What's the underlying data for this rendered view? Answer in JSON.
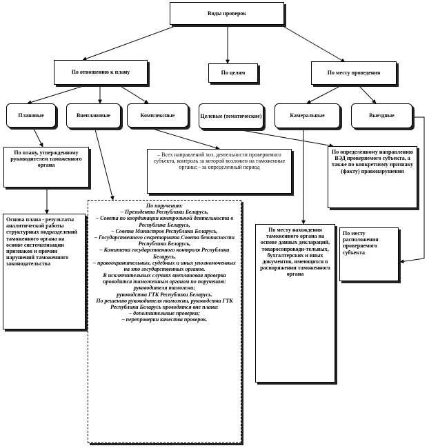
{
  "nodes": {
    "root": "Виды проверок",
    "by_relation": "По отношению к плану",
    "targeted": "По целям",
    "by_place": "По месту проведения",
    "planned": "Плановые",
    "unplanned": "Внеплановые",
    "complex": "Комплексные",
    "thematic": "Целевые (тематические)",
    "cameral": "Камеральные",
    "onsite": "Выездные",
    "planned_desc": "По плану, утвержденному руководителем таможенного органа",
    "complex_desc": "– Всех направлений хоз. деятельности проверяемого субъекта, контроль за которой возложен на таможенные органы; - за определенный период",
    "thematic_desc": "По определенному направлению ВЭД проверяемого субъекта, а также по конкретному признаку (факту) правонарушения",
    "planned_basis": "Основа плана - результаты аналитической работы структурных подразделений таможенного органа на основе систематизации признаков и причин нарушений таможенного законодательства",
    "unplanned_desc": "По поручению:\n– Президента Республики Беларусь,\n– Совета по координации контрольной деятельности в Республике Беларусь,\n– Совета Министров Республики Беларусь,\n– Государственного секретариата Совета безопасности Республики Беларусь,\n– Комитета государственного контроля Республики Беларусь,\n– правоохранительных, судебных и иных уполномоченных на это государственных органов.\nВ исключительных случаях внеплановая проверка проводится таможенным органом по поручению:\nруководителя таможни;\nруководства ГТК Республики Беларусь.\nПо решению руководителя таможни, руководства ГТК Республики Беларусь проводятся вне плана:\n– дополнительные проверки;\n– перепроверки качества проверок.",
    "cameral_desc": "По месту нахождения таможенного органа на основе данных деклараций, товаросопроводи-тельных, бухгалтерских и иных документов, имеющихся в распоряжении таможенного органа",
    "onsite_desc": "По месту расположения проверяемого субъекта"
  }
}
